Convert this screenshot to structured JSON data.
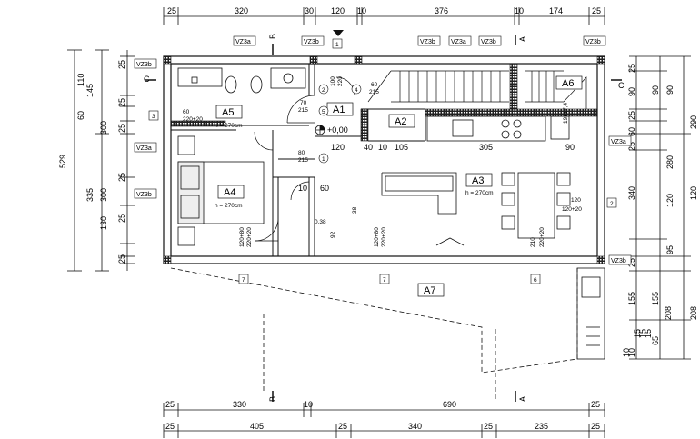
{
  "plan": {
    "dims_top": [
      "25",
      "320",
      "30",
      "120",
      "10",
      "376",
      "10",
      "174",
      "25"
    ],
    "dims_bottom_1": [
      "25",
      "330",
      "10",
      "690",
      "25"
    ],
    "dims_bottom_2": [
      "25",
      "405",
      "25",
      "340",
      "25",
      "235",
      "25"
    ],
    "dims_left_1": [
      "529"
    ],
    "dims_left_2": [
      "145",
      "335"
    ],
    "dims_left_3": [
      "25",
      "110",
      "25",
      "60",
      "25",
      "300",
      "25",
      "300",
      "25",
      "130",
      "25"
    ],
    "dims_right_1": [
      "25",
      "90",
      "25",
      "60",
      "25",
      "340",
      "25",
      "155",
      "208"
    ],
    "dims_right_2": [
      "90",
      "90",
      "120",
      "95",
      "155",
      "65",
      "10",
      "10",
      "15",
      "15",
      "15"
    ],
    "dims_right_3": [
      "290",
      "280",
      "120",
      "208"
    ],
    "rooms": [
      {
        "id": "A1",
        "label": "A1"
      },
      {
        "id": "A2",
        "label": "A2"
      },
      {
        "id": "A3",
        "label": "A3",
        "height": "h = 270cm"
      },
      {
        "id": "A4",
        "label": "A4",
        "height": "h = 270cm"
      },
      {
        "id": "A5",
        "label": "A5",
        "height": "h = 270cm"
      },
      {
        "id": "A6",
        "label": "A6"
      },
      {
        "id": "A7",
        "label": "A7"
      }
    ],
    "level": "+0,00",
    "vz_tags": [
      "VZ3a",
      "VZ3b",
      "VZ3b",
      "VZ3b",
      "VZ3a",
      "VZ3b",
      "VZ3b",
      "VZ3a",
      "VZ3b",
      "VZ3a",
      "VZ3b"
    ],
    "openings": [
      "60",
      "220+20",
      "70",
      "215",
      "60",
      "215",
      "80",
      "215",
      "120",
      "40",
      "10",
      "105",
      "305",
      "90",
      "10",
      "60",
      "38",
      "92",
      "120+80",
      "220+20",
      "120+80",
      "220+20",
      "210",
      "220+20",
      "120",
      "120+20",
      "100",
      "220",
      "0,38",
      "19x17,4"
    ],
    "section_marks": [
      "B",
      "B",
      "A",
      "A",
      "C",
      "C"
    ],
    "window_marks": [
      "1",
      "2",
      "3",
      "4",
      "5",
      "6",
      "7",
      "7",
      "1",
      "2"
    ]
  }
}
